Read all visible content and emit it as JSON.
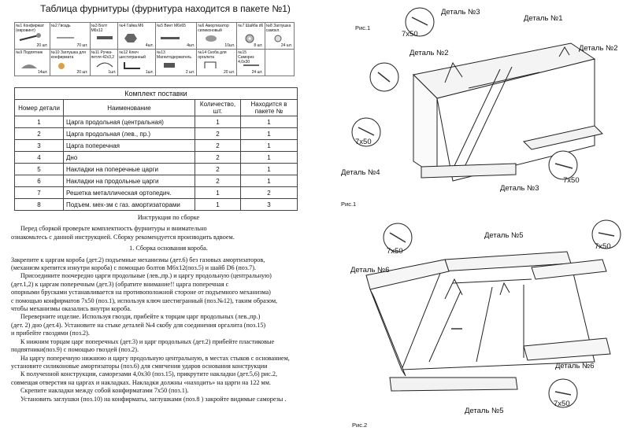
{
  "hardware": {
    "title": "Таблица фурнитуры (фурнитура находится в пакете №1)",
    "items": [
      {
        "name": "№1 Конфирмат (евровинт)",
        "qty": "20 шт."
      },
      {
        "name": "№2 Гвоздь",
        "qty": "70 шт."
      },
      {
        "name": "№3 Болт М6х12",
        "qty": ""
      },
      {
        "name": "№4 Гайка М6",
        "qty": "4шт."
      },
      {
        "name": "№5 Винт М6х65",
        "qty": "4шт."
      },
      {
        "name": "№6 Амортизатор силиконовый",
        "qty": "10шт."
      },
      {
        "name": "№7 Шайба d6",
        "qty": "8 шт."
      },
      {
        "name": "№8 Заглушка самокл.",
        "qty": "24 шт."
      },
      {
        "name": "№9 Подпятник",
        "qty": "14шт."
      },
      {
        "name": "№10 Заглушка для конфирмата",
        "qty": "20 шт."
      },
      {
        "name": "№11 Ручка-петля 42х3,2",
        "qty": "1шт."
      },
      {
        "name": "№12 Ключ шестигранный",
        "qty": "1шт."
      },
      {
        "name": "№13 Магнитодержатель",
        "qty": "2 шт."
      },
      {
        "name": "№14 Скоба для оргалита",
        "qty": "20 шт."
      },
      {
        "name": "№15 Саморез 4,0х30",
        "qty": "24 шт."
      },
      {
        "name": "",
        "qty": ""
      }
    ]
  },
  "kit": {
    "title": "Комплект поставки",
    "headers": [
      "Номер детали",
      "Наименование",
      "Количество, шт.",
      "Находится в пакете №"
    ],
    "rows": [
      [
        "1",
        "Царга продольная (центральная)",
        "1",
        "1"
      ],
      [
        "2",
        "Царга продольная (лев., пр.)",
        "2",
        "1"
      ],
      [
        "3",
        "Царга поперечная",
        "2",
        "1"
      ],
      [
        "4",
        "Дно",
        "2",
        "1"
      ],
      [
        "5",
        "Накладки на поперечные царги",
        "2",
        "1"
      ],
      [
        "6",
        "Накладки на продольные царги",
        "2",
        "1"
      ],
      [
        "7",
        "Решетка металлическая ортопедич.",
        "1",
        "2"
      ],
      [
        "8",
        "Подъем. мех-зм с газ. амортизаторами",
        "1",
        "3"
      ]
    ]
  },
  "instructions": {
    "title": "Инструкция по сборке",
    "intro1": "Перед сборкой проверьте комплектность фурнитуры и внимательно",
    "intro2": "ознакомьтесь с данной инструкцией. Сборку рекомендуется производить  вдвоем.",
    "section": "1. Сборка основания короба.",
    "lines": [
      "Закрепите к царгам короба (дет.2) подъемные механизмы (дет.6) без газовых амортизаторов,",
      "(механизм крепится изнутри короба) с помощью болтов М6х12(поз.5) и шайб D6 (поз.7).",
      "Присоедините поочередно царги продольные (лев.,пр.) и царгу продольную (центральную)",
      "(дет.1,2) к царгам поперечным  (дет.3) (обратите внимание!! царга поперечная с",
      "опорными брусками устанавливается на противоположной стороне от подъемного механизма)",
      "с помощью конфирматов 7х50 (поз.1), используя ключ шестигранный (поз.№12), таким образом,",
      "чтобы механизмы оказались внутри короба.",
      "Переверните изделие. Используя гвозди, прибейте к торцам царг продольных (лев.,пр.)",
      "(дет. 2) дно (дет.4). Установите на стыке деталей №4 скобу для соединения оргалита (поз.15)",
      "и прибейте гвоздями (поз.2).",
      "К нижним торцам царг поперечных (дет.3) и царг продольных (дет.2) прибейте пластиковые",
      "подпятники(поз.9) с помощью гвоздей (поз.2).",
      "На царгу поперечную нижнюю и царгу продольную центральную, в местах стыков с основанием,",
      "установите силиконовые амортизаторы (поз.6) для смягчения ударов основания конструкции",
      "К полученной конструкции, саморезами 4,0х30  (поз.15), прикрутите накладки (дет.5,6) рис.2,",
      "совмещая отверстия на царгах и накладках. Накладки должны «находить» на царги на 122 мм.",
      "Скрепите накладки между собой конфирматами 7х50 (поз.1).",
      "Установить заглушки (поз.10) на конфирматы, заглушками (поз.8 ) закройте видимые саморезы ."
    ]
  },
  "figures": {
    "fig1_caption": "Рис.1",
    "fig1_caption_bottom": "Рис.1",
    "fig2_caption": "Рис.2",
    "labels1": [
      "Деталь №3",
      "Деталь №1",
      "Деталь №2",
      "Деталь №2",
      "Деталь №4",
      "Деталь №3"
    ],
    "labels2": [
      "Деталь №5",
      "Деталь №6",
      "Деталь №6",
      "Деталь №5"
    ],
    "screw": "7х50"
  }
}
